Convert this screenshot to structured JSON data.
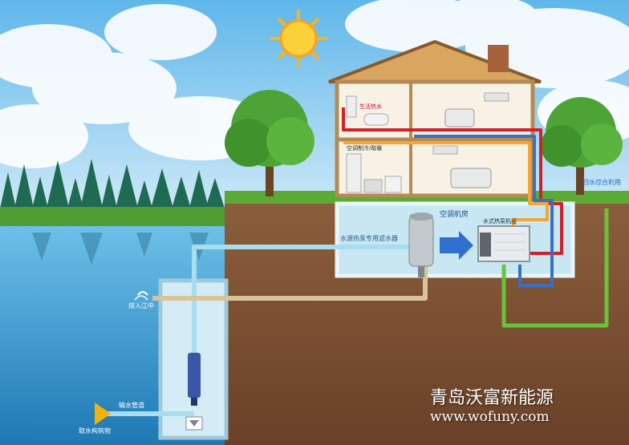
{
  "labels": {
    "domestic_hot_water": "生活热水",
    "ac_cooling_heating": "空调制冷/取暖",
    "ac_machine_room": "空调机房",
    "filter": "水源热泵专用滤水器",
    "heat_pump_unit": "水式热泵机组",
    "recharge_reuse": "回水综合利用",
    "recharge_well": "排入江中",
    "intake_pipe": "输水管道",
    "intake_structure": "取水构筑物"
  },
  "brand": {
    "name": "青岛沃富新能源",
    "url": "www.wofuny.com"
  },
  "colors": {
    "sky": "#9ed3f0",
    "water": "#2e8fc8",
    "soil": "#7a5036",
    "hot_pipe": "#d2202a",
    "warm_pipe": "#f2a63a",
    "cool_pipe": "#3a6fc4",
    "ground_loop": "#6ac23a",
    "water_pipe": "#a8dcef"
  }
}
